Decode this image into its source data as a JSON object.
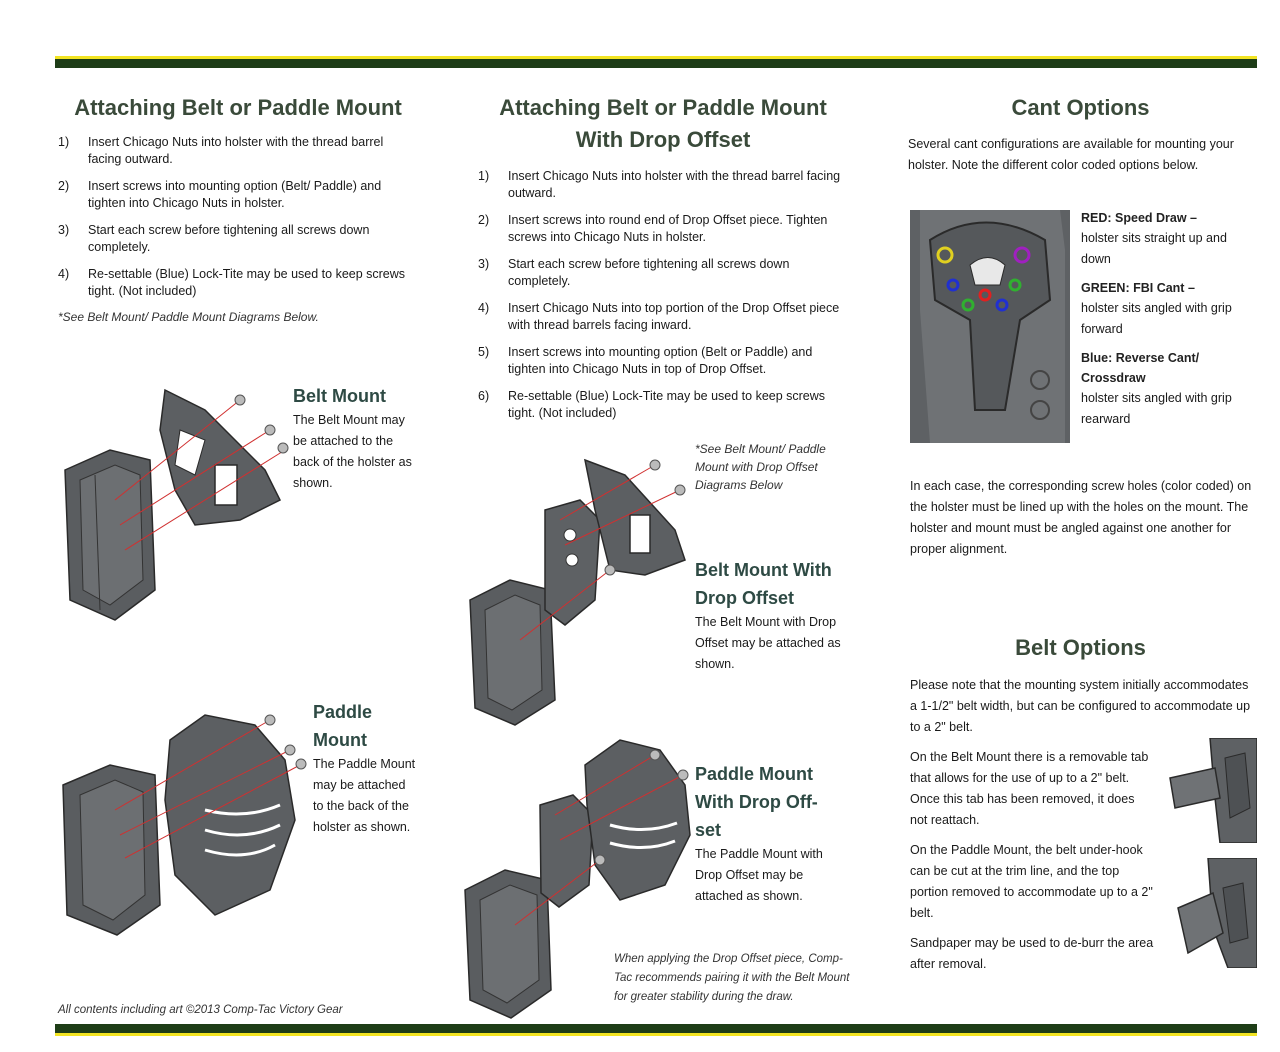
{
  "left": {
    "title": "Attaching Belt or Paddle Mount",
    "steps": [
      {
        "num": "1)",
        "text": "Insert Chicago Nuts into holster with the thread barrel facing outward."
      },
      {
        "num": "2)",
        "text": "Insert screws into mounting option (Belt/ Paddle) and tighten into Chicago Nuts in holster."
      },
      {
        "num": "3)",
        "text": "Start each screw before tightening all screws down completely."
      },
      {
        "num": "4)",
        "text": "Re-settable (Blue) Lock-Tite may be used to keep screws tight. (Not included)"
      }
    ],
    "note": "*See Belt Mount/ Paddle Mount Diagrams Below.",
    "belt_mount": {
      "title": "Belt Mount",
      "text": "The Belt Mount may be attached to the back of the holster as shown."
    },
    "paddle_mount": {
      "title_1": "Paddle",
      "title_2": "Mount",
      "text": "The Paddle Mount may be attached to the back of the holster as shown."
    },
    "copyright": "All contents including art ©2013 Comp-Tac Victory Gear"
  },
  "middle": {
    "title_1": "Attaching Belt or Paddle Mount",
    "title_2": "With Drop Offset",
    "steps": [
      {
        "num": "1)",
        "text": "Insert Chicago Nuts into holster with the thread barrel facing outward."
      },
      {
        "num": "2)",
        "text": "Insert screws into round end of Drop Offset piece. Tighten screws into Chicago Nuts in holster."
      },
      {
        "num": "3)",
        "text": "Start each screw before tightening all screws down completely."
      },
      {
        "num": "4)",
        "text": "Insert Chicago Nuts into top portion of the Drop Offset piece with thread barrels facing inward."
      },
      {
        "num": "5)",
        "text": "Insert screws into mounting option (Belt or Paddle) and tighten into Chicago Nuts in top of Drop Offset."
      },
      {
        "num": "6)",
        "text": "Re-settable (Blue) Lock-Tite may be used to keep screws tight. (Not included)"
      }
    ],
    "note": "*See Belt Mount/ Paddle Mount with Drop Offset Diagrams Below",
    "belt_offset": {
      "title_1": "Belt Mount With",
      "title_2": "Drop Offset",
      "text": "The Belt Mount with Drop Offset may be attached as shown."
    },
    "paddle_offset": {
      "title_1": "Paddle Mount",
      "title_2": "With Drop Off-",
      "title_3": "set",
      "text": "The Paddle Mount with Drop Offset may be attached as shown."
    },
    "recommend": "When applying the Drop Offset piece, Comp-Tac recommends pairing it with the Belt Mount for greater stability during the draw."
  },
  "right": {
    "cant_title": "Cant Options",
    "cant_intro": "Several cant configurations are available for mounting your holster. Note the different color coded options below.",
    "options": [
      {
        "label": "RED: Speed Draw –",
        "desc": "holster sits straight up and down"
      },
      {
        "label": "GREEN: FBI Cant –",
        "desc": "holster sits angled with grip forward"
      },
      {
        "label": "Blue: Reverse Cant/ Crossdraw",
        "desc": "holster sits angled with grip rearward"
      }
    ],
    "cant_text": "In each case, the corresponding screw holes (color coded) on the holster must be lined up with the holes on the mount. The holster and mount must be angled against one another for proper alignment.",
    "belt_title": "Belt Options",
    "belt_p1": "Please note that the mounting system initially accommodates a 1-1/2\" belt width, but can be configured to accommodate up to a 2\" belt.",
    "belt_p2": "On the Belt Mount there is a removable tab that allows for the use of up to a 2\" belt. Once this tab has been removed, it does not reattach.",
    "belt_p3": "On the Paddle Mount, the belt under-hook can be cut at the trim line, and the top portion removed to accommodate up to a 2\" belt.",
    "belt_p4": "Sandpaper may be used to de-burr the area after removal."
  },
  "colors": {
    "band_dark": "#1e3d17",
    "band_yellow": "#f2e422",
    "heading": "#2e4a44",
    "red": "#e02020",
    "green": "#30b030",
    "blue": "#2030d0",
    "purple": "#a020c0",
    "yellow": "#e0d020"
  }
}
